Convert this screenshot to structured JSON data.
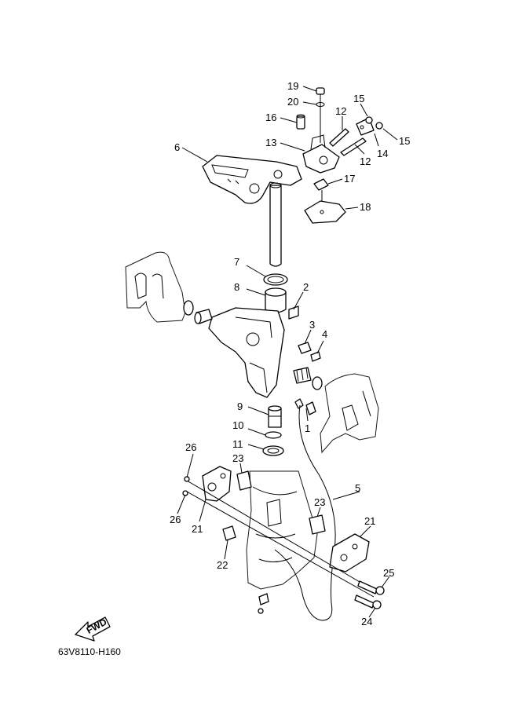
{
  "diagram": {
    "code": "63V8110-H160",
    "fwd_label": "FWD",
    "callouts": {
      "c1": "1",
      "c2": "2",
      "c3": "3",
      "c4": "4",
      "c5": "5",
      "c6": "6",
      "c7": "7",
      "c8": "8",
      "c9": "9",
      "c10": "10",
      "c11": "11",
      "c12a": "12",
      "c12b": "12",
      "c13": "13",
      "c14": "14",
      "c15a": "15",
      "c15b": "15",
      "c16": "16",
      "c17": "17",
      "c18": "18",
      "c19": "19",
      "c20": "20",
      "c21a": "21",
      "c21b": "21",
      "c22": "22",
      "c23a": "23",
      "c23b": "23",
      "c24": "24",
      "c25": "25",
      "c26a": "26",
      "c26b": "26"
    }
  }
}
